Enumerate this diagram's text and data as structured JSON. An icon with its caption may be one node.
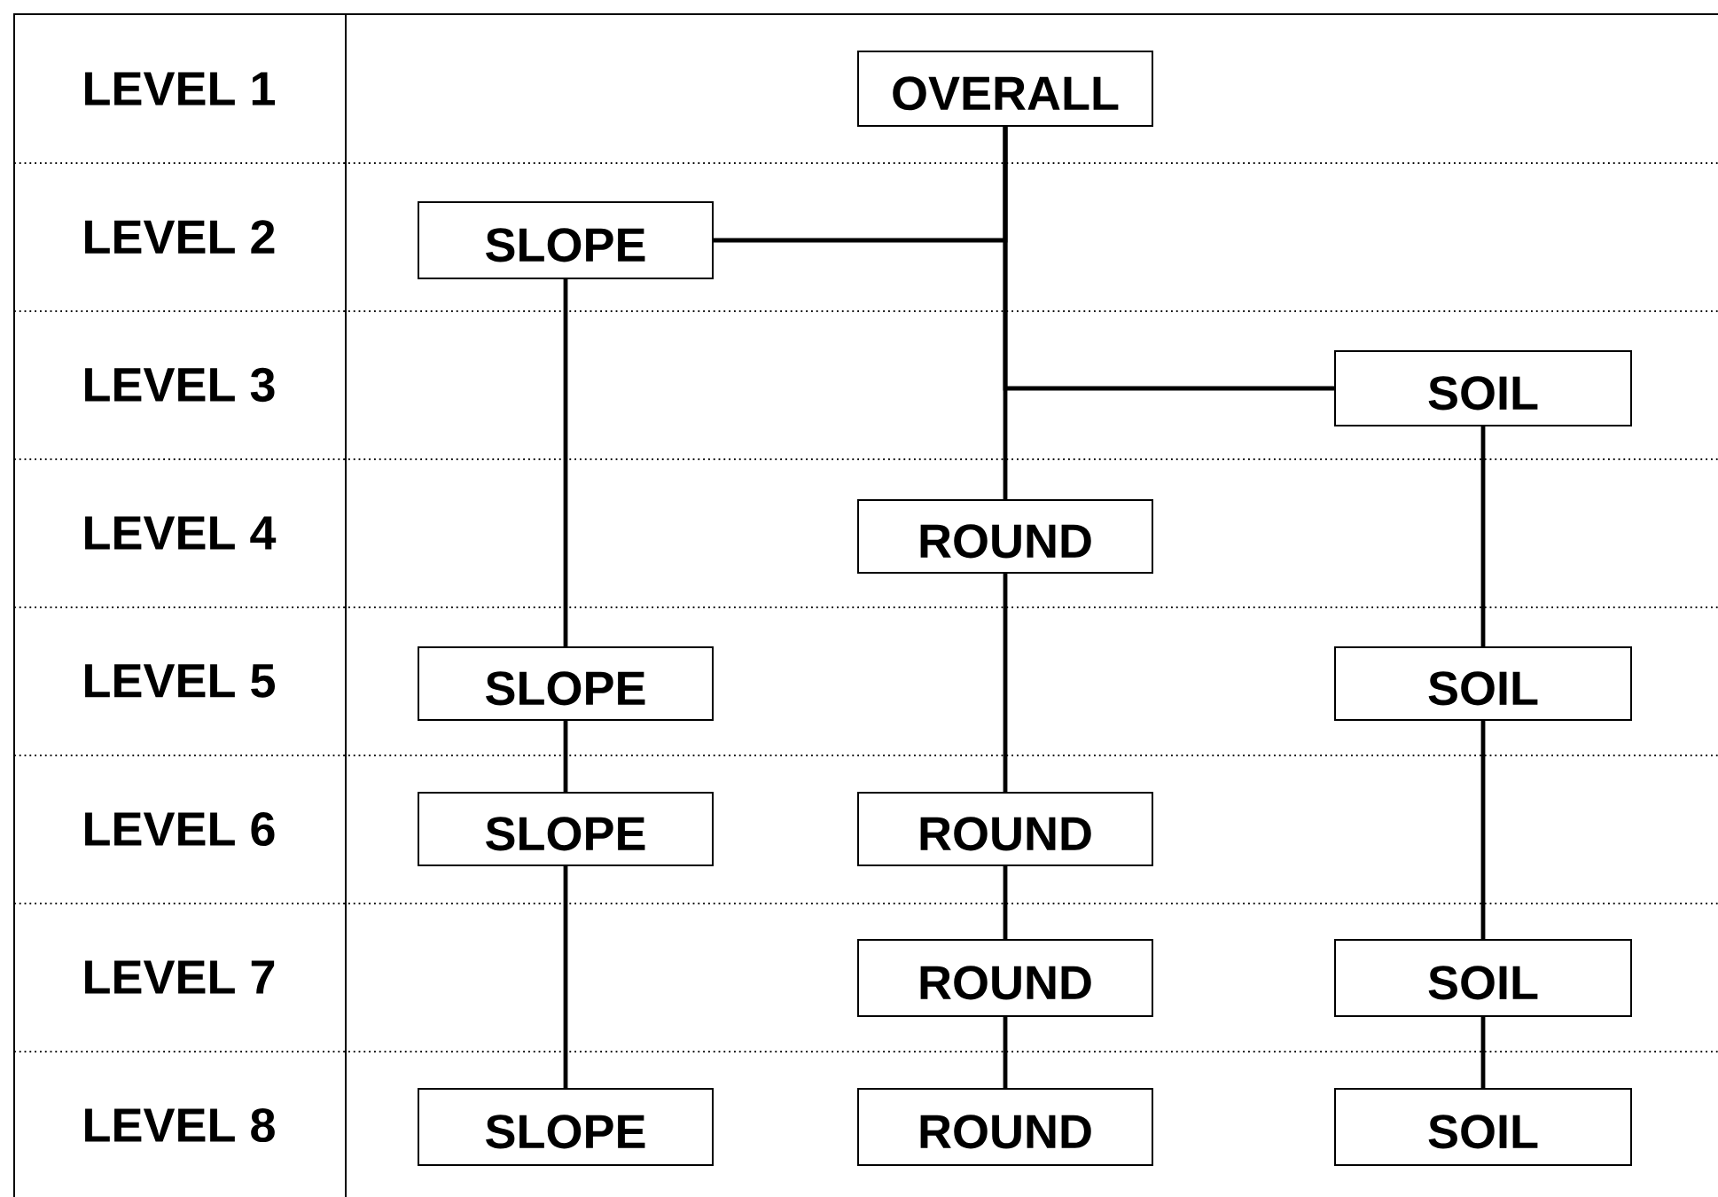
{
  "diagram": {
    "nodes": [
      {
        "text": [
          "OVERALL"
        ]
      },
      {
        "text": [
          "SLOPE"
        ]
      },
      {
        "text": [
          "SOIL"
        ]
      },
      {
        "text": [
          "ROUND"
        ]
      },
      {
        "text": [
          "SLOPE"
        ]
      },
      {
        "text": [
          "SOIL"
        ]
      },
      {
        "text": [
          "SLOPE"
        ]
      },
      {
        "text": [
          "ROUND"
        ]
      },
      {
        "text": [
          "ROUND"
        ]
      },
      {
        "text": [
          "SOIL"
        ]
      },
      {
        "text": [
          "SLOPE"
        ]
      },
      {
        "text": [
          "ROUND"
        ]
      },
      {
        "text": [
          "SOIL"
        ]
      }
    ],
    "edges": [
      {
        "from": 0,
        "to": 1,
        "arrow": "none"
      },
      {
        "from": 0,
        "to": 2,
        "arrow": "none"
      },
      {
        "from": 0,
        "to": 3,
        "arrow": "none"
      },
      {
        "from": 1,
        "to": 4,
        "arrow": "none"
      },
      {
        "from": 4,
        "to": 6,
        "arrow": "none"
      },
      {
        "from": 6,
        "to": 10,
        "arrow": "none"
      },
      {
        "from": 3,
        "to": 7,
        "arrow": "none"
      },
      {
        "from": 7,
        "to": 8,
        "arrow": "none"
      },
      {
        "from": 8,
        "to": 11,
        "arrow": "none"
      },
      {
        "from": 2,
        "to": 5,
        "arrow": "none"
      },
      {
        "from": 5,
        "to": 9,
        "arrow": "none"
      },
      {
        "from": 9,
        "to": 12,
        "arrow": "none"
      }
    ],
    "labels": [
      "LEVEL 1",
      "LEVEL 2",
      "LEVEL 3",
      "LEVEL 4",
      "LEVEL 5",
      "LEVEL 6",
      "LEVEL 7",
      "LEVEL 8"
    ]
  }
}
